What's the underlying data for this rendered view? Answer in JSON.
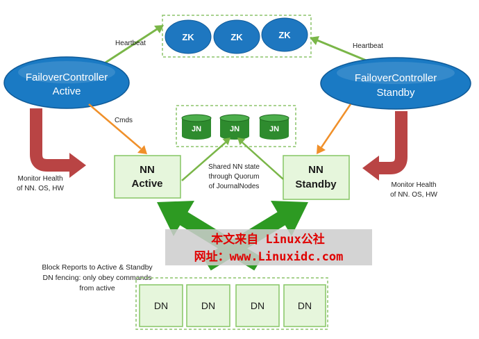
{
  "zookeeper": {
    "nodes": [
      "ZK",
      "ZK",
      "ZK"
    ]
  },
  "heartbeat_left": "Heartbeat",
  "heartbeat_right": "Heartbeat",
  "failover_active": {
    "line1": "FailoverController",
    "line2": "Active"
  },
  "failover_standby": {
    "line1": "FailoverController",
    "line2": "Standby"
  },
  "cmds": "Cmds",
  "journal_nodes": [
    "JN",
    "JN",
    "JN"
  ],
  "nn_active": {
    "line1": "NN",
    "line2": "Active"
  },
  "nn_standby": {
    "line1": "NN",
    "line2": "Standby"
  },
  "shared_state": [
    "Shared NN state",
    "through Quorum",
    "of JournalNodes"
  ],
  "monitor_left": [
    "Monitor Health",
    "of NN. OS, HW"
  ],
  "monitor_right": [
    "Monitor Health",
    "of NN. OS, HW"
  ],
  "block_reports": [
    "Block Reports to Active & Standby",
    "DN fencing: only obey commands",
    "from active"
  ],
  "data_nodes": [
    "DN",
    "DN",
    "DN",
    "DN"
  ],
  "watermark": {
    "line1": "本文来自 Linux公社",
    "line2": "网址：www.Linuxidc.com"
  },
  "colors": {
    "controller_blue": "#1a7ac4",
    "node_green_fill": "#e6f6dc",
    "node_green_border": "#86c565",
    "journal_green": "#2e8b2e",
    "link_green": "#7ab648",
    "block_arrow_green": "#2d9a22",
    "monitor_red": "#b94444",
    "cmds_orange": "#f0902a",
    "watermark_red": "#e00000"
  }
}
